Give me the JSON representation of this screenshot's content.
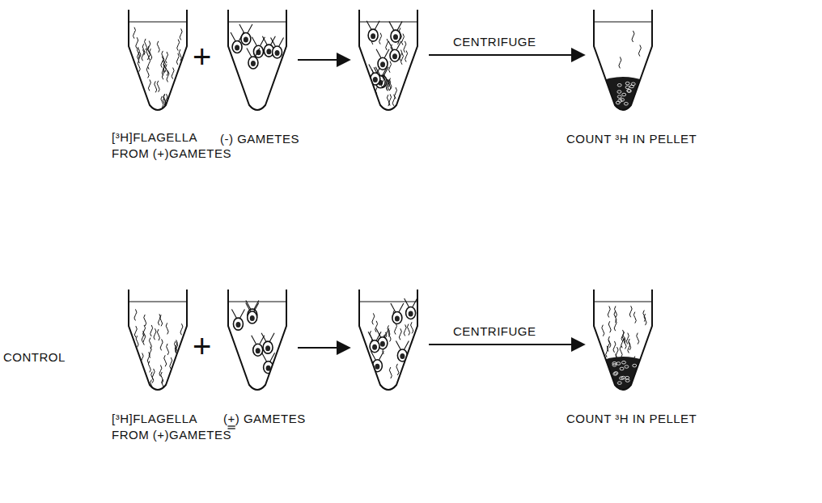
{
  "diagram": {
    "labels": [
      "[³H]FLAGELLA FROM (+)GAMETES",
      "(-) GAMETES",
      "+",
      "CENTRIFUGE",
      "COUNT ³H IN PELLET",
      "CONTROL",
      "[³H]FLAGELLA FROM (+)GAMETES",
      "+",
      "(+) GAMETES",
      "CENTRIFUGE",
      "COUNT ³H IN PELLET"
    ]
  }
}
